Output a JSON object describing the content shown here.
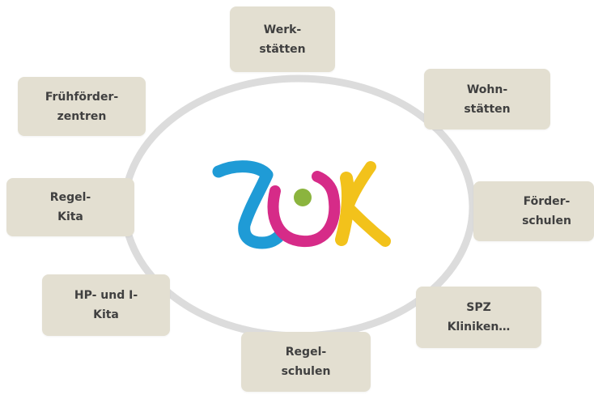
{
  "diagram": {
    "nodes": [
      {
        "id": "werkstaetten",
        "line1": "Werk-",
        "line2": "stätten"
      },
      {
        "id": "wohnstaetten",
        "line1": "Wohn-",
        "line2": "stätten"
      },
      {
        "id": "foerderschulen",
        "line1": "Förder-",
        "line2": "schulen"
      },
      {
        "id": "spz",
        "line1": "SPZ",
        "line2": "Kliniken…"
      },
      {
        "id": "regelschulen",
        "line1": "Regel-",
        "line2": "schulen"
      },
      {
        "id": "hp-kita",
        "line1": "HP- und I-",
        "line2": "Kita"
      },
      {
        "id": "regel-kita",
        "line1": "Regel-",
        "line2": "Kita"
      },
      {
        "id": "fruehfoerder",
        "line1": "Frühförder-",
        "line2": "zentren"
      }
    ]
  },
  "colors": {
    "box": "#e3dfd1",
    "ring": "#dcdcdc",
    "text": "#404040",
    "logo_blue": "#1f9bd6",
    "logo_magenta": "#d62b88",
    "logo_yellow": "#f2c21b",
    "logo_green": "#8bb43e"
  }
}
